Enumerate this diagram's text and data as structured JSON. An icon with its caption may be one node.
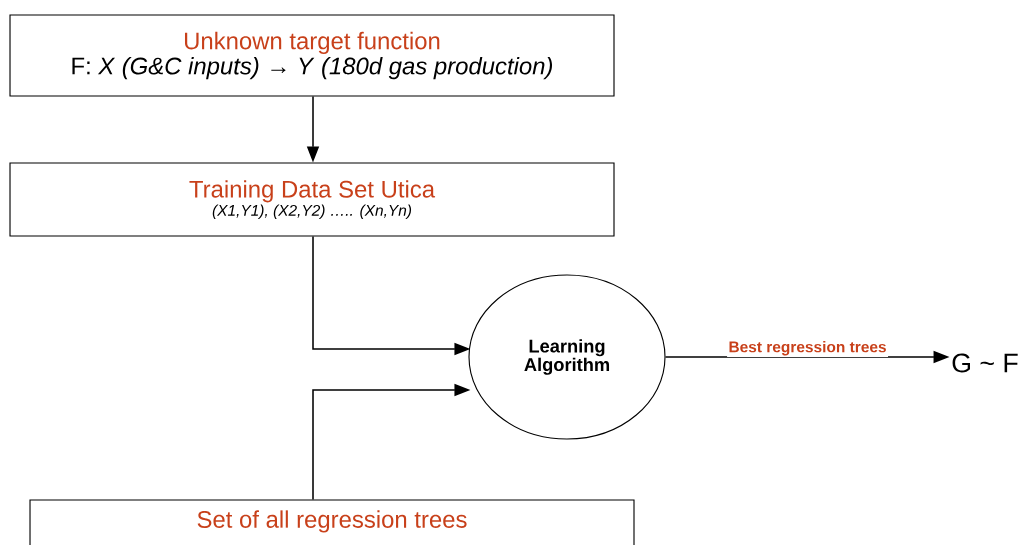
{
  "diagram": {
    "nodes": [
      {
        "text": [
          "Unknown target function",
          "F: *X* *(G&C inputs)*  →  *Y* *(180d gas production)*"
        ]
      },
      {
        "text": [
          "Training Data Set Utica",
          "(X1,Y1), (X2,Y2) ….. (Xn,Yn)"
        ]
      },
      {
        "text": [
          "Learning Algorithm"
        ]
      },
      {
        "text": [
          "Set of all regression trees"
        ]
      },
      {
        "text": [
          "G ~ F"
        ]
      }
    ],
    "edges": [
      {
        "from": 0,
        "to": 1,
        "arrow": "to"
      },
      {
        "from": 1,
        "to": 2,
        "arrow": "to"
      },
      {
        "from": 3,
        "to": 2,
        "arrow": "to"
      },
      {
        "from": 2,
        "to": 4,
        "arrow": "to",
        "label": "Best regression trees"
      }
    ]
  }
}
